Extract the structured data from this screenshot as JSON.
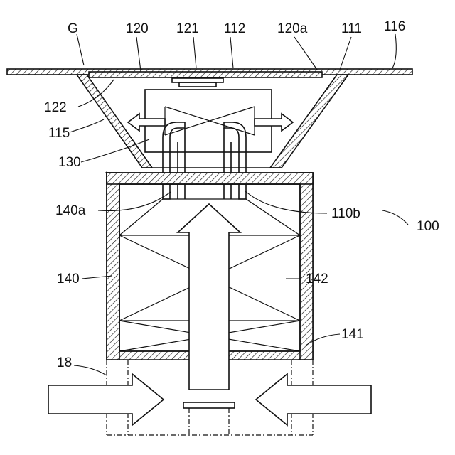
{
  "figure": {
    "labels": {
      "g": "G",
      "l120": "120",
      "l121": "121",
      "l112": "112",
      "l120a": "120a",
      "l111": "111",
      "l116": "116",
      "l122": "122",
      "l115": "115",
      "l130": "130",
      "l140a": "140a",
      "l110b": "110b",
      "l100": "100",
      "l140": "140",
      "l142": "142",
      "l141": "141",
      "l18": "18"
    }
  }
}
